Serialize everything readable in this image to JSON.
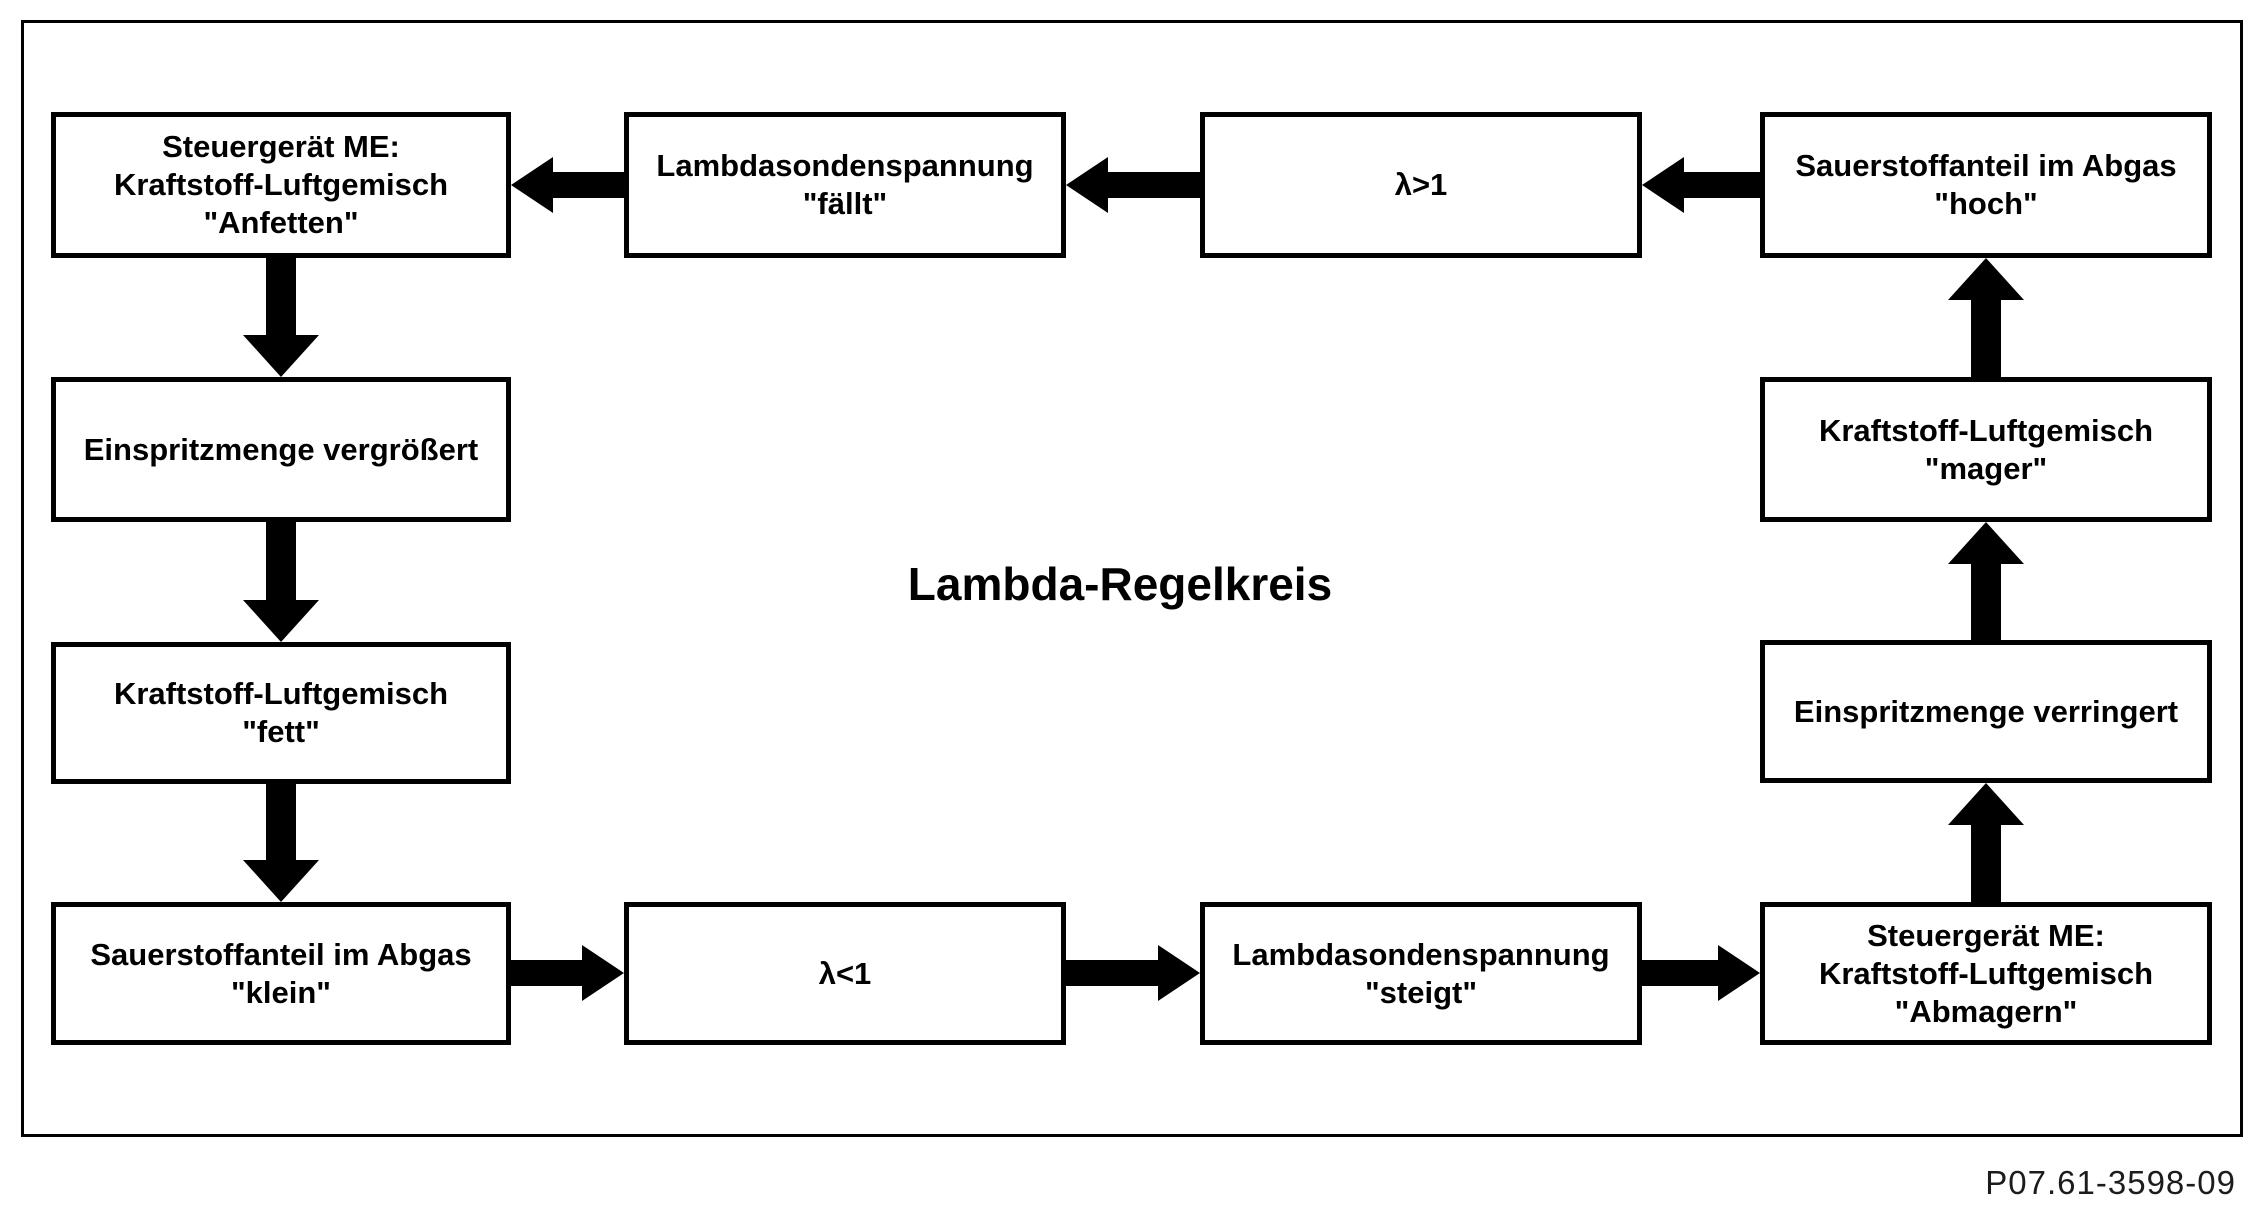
{
  "diagram": {
    "title": "Lambda-Regelkreis",
    "reference": "P07.61-3598-09",
    "colors": {
      "line": "#000000",
      "background": "#ffffff",
      "text": "#000000"
    },
    "nodes": {
      "steuergeraet_anfetten": "Steuergerät ME:\nKraftstoff-Luftgemisch\n\"Anfetten\"",
      "lambdasonde_faellt": "Lambdasondenspannung\n\"fällt\"",
      "lambda_gt_1": "λ>1",
      "sauerstoff_hoch": "Sauerstoffanteil im Abgas\n\"hoch\"",
      "einspritzmenge_vergroessert": "Einspritzmenge vergrößert",
      "kraftstoff_fett": "Kraftstoff-Luftgemisch\n\"fett\"",
      "sauerstoff_klein": "Sauerstoffanteil im Abgas\n\"klein\"",
      "lambda_lt_1": "λ<1",
      "lambdasonde_steigt": "Lambdasondenspannung\n\"steigt\"",
      "steuergeraet_abmagern": "Steuergerät ME:\nKraftstoff-Luftgemisch\n\"Abmagern\"",
      "einspritzmenge_verringert": "Einspritzmenge verringert",
      "kraftstoff_mager": "Kraftstoff-Luftgemisch\n\"mager\""
    },
    "edges": [
      {
        "from": "sauerstoff_hoch",
        "to": "lambda_gt_1",
        "direction": "left"
      },
      {
        "from": "lambda_gt_1",
        "to": "lambdasonde_faellt",
        "direction": "left"
      },
      {
        "from": "lambdasonde_faellt",
        "to": "steuergeraet_anfetten",
        "direction": "left"
      },
      {
        "from": "steuergeraet_anfetten",
        "to": "einspritzmenge_vergroessert",
        "direction": "down"
      },
      {
        "from": "einspritzmenge_vergroessert",
        "to": "kraftstoff_fett",
        "direction": "down"
      },
      {
        "from": "kraftstoff_fett",
        "to": "sauerstoff_klein",
        "direction": "down"
      },
      {
        "from": "sauerstoff_klein",
        "to": "lambda_lt_1",
        "direction": "right"
      },
      {
        "from": "lambda_lt_1",
        "to": "lambdasonde_steigt",
        "direction": "right"
      },
      {
        "from": "lambdasonde_steigt",
        "to": "steuergeraet_abmagern",
        "direction": "right"
      },
      {
        "from": "steuergeraet_abmagern",
        "to": "einspritzmenge_verringert",
        "direction": "up"
      },
      {
        "from": "einspritzmenge_verringert",
        "to": "kraftstoff_mager",
        "direction": "up"
      },
      {
        "from": "kraftstoff_mager",
        "to": "sauerstoff_hoch",
        "direction": "up"
      }
    ]
  }
}
